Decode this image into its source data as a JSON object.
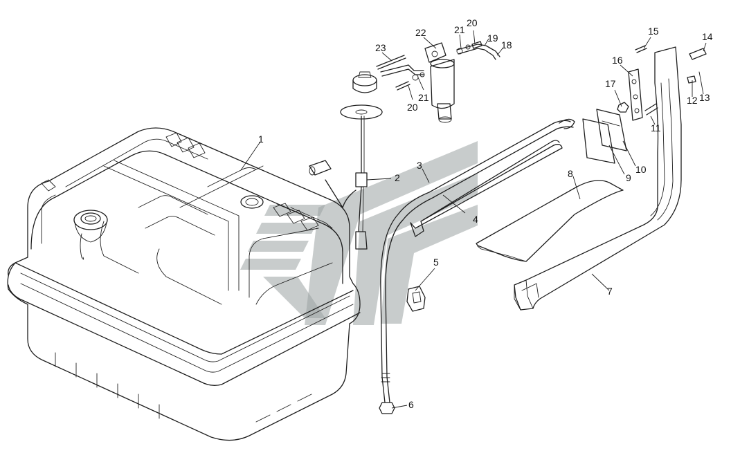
{
  "diagram": {
    "callouts": [
      {
        "id": "1",
        "text": "1"
      },
      {
        "id": "2",
        "text": "2"
      },
      {
        "id": "3",
        "text": "3"
      },
      {
        "id": "4",
        "text": "4"
      },
      {
        "id": "5",
        "text": "5"
      },
      {
        "id": "6",
        "text": "6"
      },
      {
        "id": "7",
        "text": "7"
      },
      {
        "id": "8",
        "text": "8"
      },
      {
        "id": "9",
        "text": "9"
      },
      {
        "id": "10",
        "text": "10"
      },
      {
        "id": "11",
        "text": "11"
      },
      {
        "id": "12",
        "text": "12"
      },
      {
        "id": "13",
        "text": "13"
      },
      {
        "id": "14",
        "text": "14"
      },
      {
        "id": "15",
        "text": "15"
      },
      {
        "id": "16",
        "text": "16"
      },
      {
        "id": "17",
        "text": "17"
      },
      {
        "id": "18",
        "text": "18"
      },
      {
        "id": "19",
        "text": "19"
      },
      {
        "id": "20a",
        "text": "20"
      },
      {
        "id": "20b",
        "text": "20"
      },
      {
        "id": "21a",
        "text": "21"
      },
      {
        "id": "21b",
        "text": "21"
      },
      {
        "id": "22",
        "text": "22"
      },
      {
        "id": "23",
        "text": "23"
      }
    ],
    "colors": {
      "line": "#1e1e1e",
      "background": "#ffffff",
      "watermark": "#9aa3a3"
    }
  }
}
